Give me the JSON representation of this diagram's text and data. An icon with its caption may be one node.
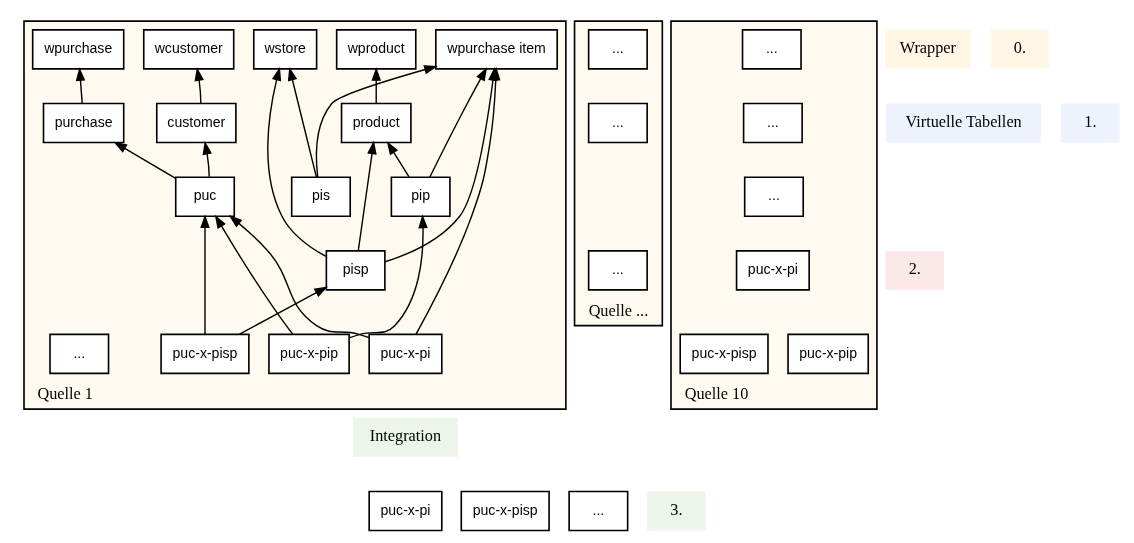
{
  "diagram": {
    "nodes": [
      {
        "text": [
          "Quelle 1"
        ]
      },
      {
        "text": [
          "wcustomer"
        ],
        "in": 0
      },
      {
        "text": [
          "wpurchase"
        ],
        "in": 0
      },
      {
        "text": [
          "wpurchase item"
        ],
        "in": 0
      },
      {
        "text": [
          "wproduct"
        ],
        "in": 0
      },
      {
        "text": [
          "wstore"
        ],
        "in": 0
      },
      {
        "text": [
          "customer"
        ],
        "in": 0
      },
      {
        "text": [
          "purchase"
        ],
        "in": 0
      },
      {
        "text": [
          "product"
        ],
        "in": 0
      },
      {
        "text": [
          "puc"
        ],
        "in": 0
      },
      {
        "text": [
          "pip"
        ],
        "in": 0
      },
      {
        "text": [
          "pis"
        ],
        "in": 0
      },
      {
        "text": [
          "pisp"
        ],
        "in": 0
      },
      {
        "text": [
          "puc-x-pi"
        ],
        "in": 0
      },
      {
        "text": [
          "puc-x-pip"
        ],
        "in": 0
      },
      {
        "text": [
          "puc-x-pisp"
        ],
        "in": 0
      },
      {
        "text": [
          "..."
        ],
        "in": 0
      },
      {
        "text": [
          "Quelle ..."
        ]
      },
      {
        "text": [
          "..."
        ],
        "in": 17
      },
      {
        "text": [
          "..."
        ],
        "in": 17
      },
      {
        "text": [
          "..."
        ],
        "in": 17
      },
      {
        "text": [
          "Quelle 10"
        ]
      },
      {
        "text": [
          "..."
        ],
        "in": 21
      },
      {
        "text": [
          "..."
        ],
        "in": 21
      },
      {
        "text": [
          "..."
        ],
        "in": 21
      },
      {
        "text": [
          "puc-x-pi"
        ],
        "in": 21
      },
      {
        "text": [
          "puc-x-pip"
        ],
        "in": 21
      },
      {
        "text": [
          "puc-x-pisp"
        ],
        "in": 21
      },
      {
        "text": [
          "puc-x-pi"
        ]
      },
      {
        "text": [
          "puc-x-pisp"
        ]
      },
      {
        "text": [
          "..."
        ]
      }
    ],
    "edges": [
      {
        "from": 6,
        "to": 1,
        "arrow": "to"
      },
      {
        "from": 7,
        "to": 2,
        "arrow": "to"
      },
      {
        "from": 8,
        "to": 4,
        "arrow": "to"
      },
      {
        "from": 9,
        "to": 6,
        "arrow": "to"
      },
      {
        "from": 9,
        "to": 7,
        "arrow": "to"
      },
      {
        "from": 13,
        "to": 3,
        "arrow": "to"
      },
      {
        "from": 12,
        "to": 3,
        "arrow": "to"
      },
      {
        "from": 10,
        "to": 3,
        "arrow": "to"
      },
      {
        "from": 11,
        "to": 3,
        "arrow": "to"
      },
      {
        "from": 10,
        "to": 8,
        "arrow": "to"
      },
      {
        "from": 12,
        "to": 8,
        "arrow": "to"
      },
      {
        "from": 11,
        "to": 5,
        "arrow": "to"
      },
      {
        "from": 12,
        "to": 5,
        "arrow": "to"
      },
      {
        "from": 13,
        "to": 9,
        "arrow": "to"
      },
      {
        "from": 14,
        "to": 9,
        "arrow": "to"
      },
      {
        "from": 15,
        "to": 9,
        "arrow": "to"
      },
      {
        "from": 14,
        "to": 10,
        "arrow": "to"
      },
      {
        "from": 15,
        "to": 12,
        "arrow": "to"
      }
    ],
    "labels": [
      "Wrapper",
      "0.",
      "Virtuelle Tabellen",
      "1.",
      "2.",
      "Integration",
      "3."
    ]
  }
}
